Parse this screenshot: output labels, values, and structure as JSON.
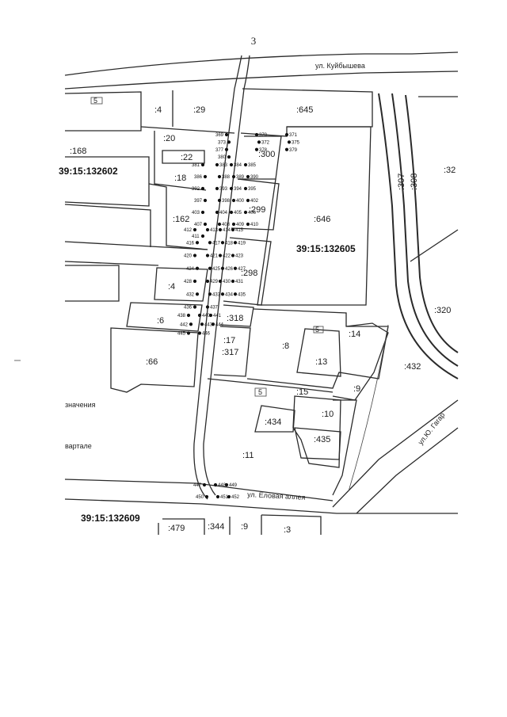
{
  "page_number": "3",
  "streets": {
    "kuibysheva": "ул. Куйбышева",
    "elovaya": "ул. Еловая аллея",
    "gagarina": "ул.Ю. Гагар"
  },
  "blocks": {
    "b132602": "39:15:132602",
    "b132605": "39:15:132605",
    "b132609": "39:15:132609"
  },
  "parcels": {
    "p4_top": ":4",
    "p29": ":29",
    "p645": ":645",
    "p20": ":20",
    "p168": ":168",
    "p22": ":22",
    "p18": ":18",
    "p300": ":300",
    "p162": ":162",
    "p299": ":299",
    "p646": ":646",
    "p298": ":298",
    "p4_mid": ":4",
    "p6": ":6",
    "p318": ":318",
    "p66": ":66",
    "p17": ":17",
    "p317": ":317",
    "p8": ":8",
    "p14": ":14",
    "p13": ":13",
    "p432": ":432",
    "p9_east": ":9",
    "p15": ":15",
    "p10": ":10",
    "p434": ":434",
    "p435": ":435",
    "p11": ":11",
    "p479": ":479",
    "p344": ":344",
    "p9_bottom": ":9",
    "p3": ":3",
    "p307": ":307",
    "p308": ":308",
    "p32": ":32",
    "p320": ":320"
  },
  "small_tags": {
    "t5_a": "5",
    "t5_b": "5",
    "t5_c": "5"
  },
  "fragments": {
    "znacheniya": "значения",
    "kvartale": "вартале"
  },
  "point_groups": {
    "g1": [
      "369",
      "370",
      "371",
      "373",
      "372",
      "375",
      "377",
      "378",
      "379",
      "380"
    ],
    "g2": [
      "381",
      "383",
      "384",
      "385",
      "386",
      "388",
      "389",
      "390",
      "392",
      "393",
      "394",
      "395",
      "397",
      "398",
      "400",
      "402",
      "403",
      "404",
      "405",
      "406",
      "407",
      "408",
      "409",
      "410",
      "411"
    ],
    "g3": [
      "412",
      "413",
      "414",
      "415",
      "416",
      "417",
      "418",
      "419",
      "420",
      "421",
      "422",
      "423",
      "424",
      "425",
      "426",
      "427",
      "428",
      "429",
      "430",
      "431",
      "432",
      "433",
      "434",
      "435",
      "436",
      "437"
    ],
    "g4": [
      "438",
      "440",
      "441",
      "442",
      "443",
      "444",
      "445",
      "446"
    ],
    "g5": [
      "447",
      "448",
      "449",
      "450",
      "451",
      "452"
    ]
  }
}
